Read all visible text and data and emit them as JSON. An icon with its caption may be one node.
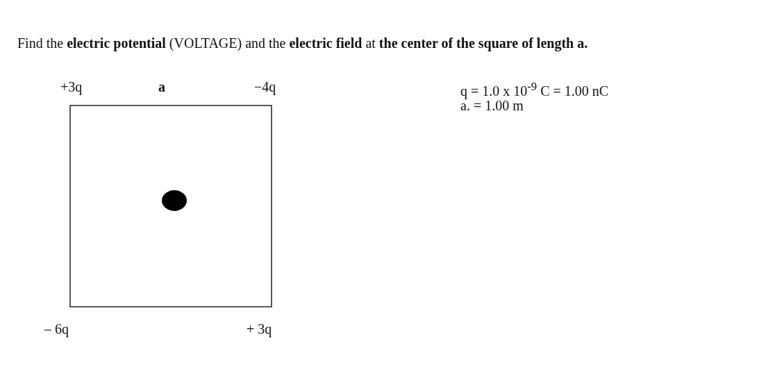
{
  "diagram": {
    "title": "Find the **electric potential** (VOLTAGE) and the **electric field** at **the center of the square of length a.**",
    "labels": [
      "+3q",
      "a",
      "−4q",
      "q = 1.0 x 10$^{-9}$ C = 1.00 nC",
      "a. = 1.00 m",
      "– 6q",
      "+ 3q"
    ]
  }
}
